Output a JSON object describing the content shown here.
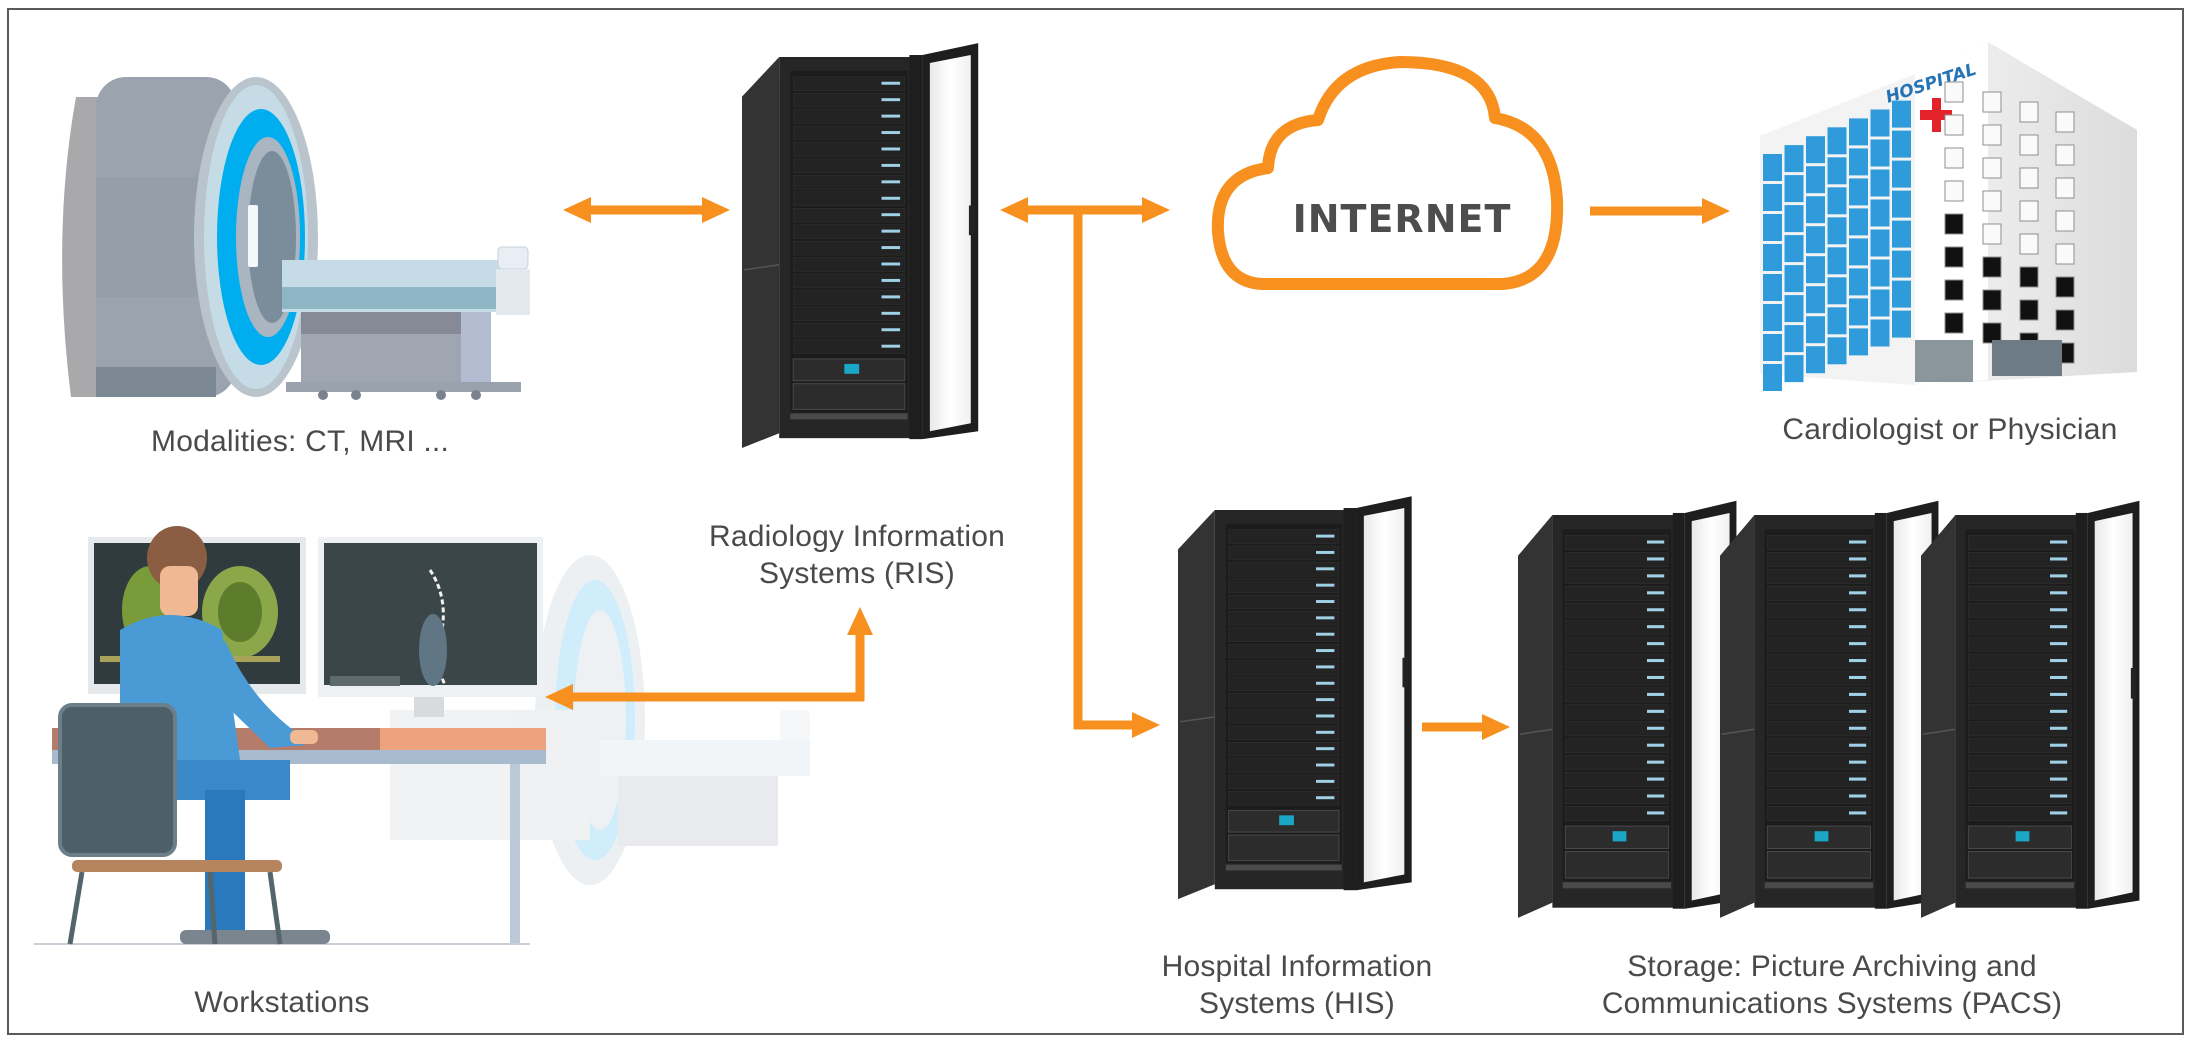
{
  "diagram": {
    "title": "Medical imaging data flow",
    "accent_color": "#f7901e",
    "text_color": "#4a4a4a",
    "nodes": {
      "modalities": {
        "label": "Modalities: CT, MRI ...",
        "icon": "mri-scanner-icon"
      },
      "ris": {
        "label_lines": [
          "Radiology Information",
          "Systems (RIS)"
        ],
        "icon": "server-rack-icon"
      },
      "internet": {
        "label": "INTERNET",
        "icon": "cloud-icon"
      },
      "physician": {
        "label": "Cardiologist or Physician",
        "icon": "hospital-building-icon",
        "sign_text": "HOSPITAL"
      },
      "workstations": {
        "label": "Workstations",
        "icon": "radiologist-workstation-icon"
      },
      "his": {
        "label_lines": [
          "Hospital Information",
          "Systems (HIS)"
        ],
        "icon": "server-rack-icon"
      },
      "pacs": {
        "label_lines": [
          "Storage: Picture Archiving and",
          "Communications Systems (PACS)"
        ],
        "icon": "server-rack-cluster-icon",
        "rack_count": 3
      }
    },
    "connections": [
      {
        "from": "modalities",
        "to": "ris",
        "direction": "bidirectional"
      },
      {
        "from": "ris",
        "to": "internet",
        "direction": "bidirectional"
      },
      {
        "from": "internet",
        "to": "physician",
        "direction": "forward"
      },
      {
        "from": "ris",
        "to": "his",
        "direction": "forward"
      },
      {
        "from": "his",
        "to": "pacs",
        "direction": "forward"
      },
      {
        "from": "workstations",
        "to": "ris",
        "direction": "bidirectional"
      }
    ]
  }
}
